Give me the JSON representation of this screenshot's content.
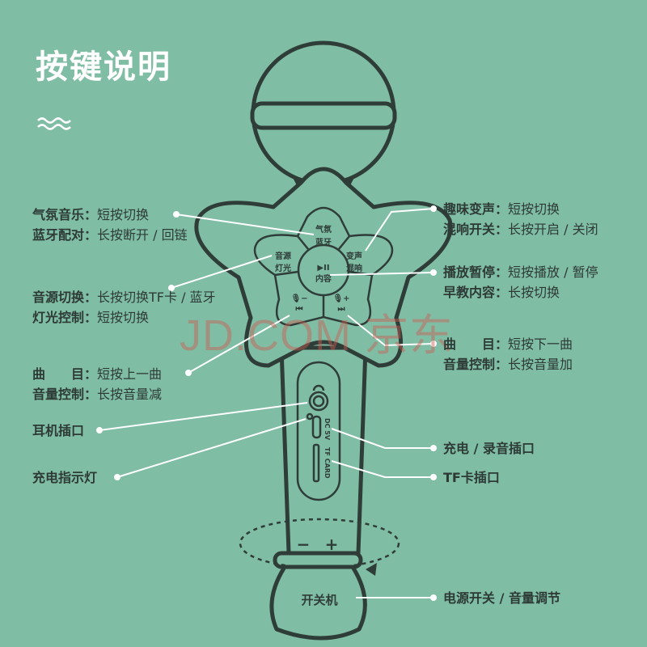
{
  "title": "按键说明",
  "watermark": "JD.COM 京东",
  "colors": {
    "background": "#80bda5",
    "outline": "#2f3d39",
    "text": "#2d3a36",
    "title": "#ffffff"
  },
  "buttons": {
    "top": [
      "气氛",
      "蓝牙"
    ],
    "left": [
      "音源",
      "灯光"
    ],
    "right": [
      "变声",
      "混响"
    ],
    "center": [
      "▶II",
      "内容"
    ],
    "bottom_left": [
      "🎙−",
      "⏮"
    ],
    "bottom_right": [
      "🎙+",
      "⏭"
    ]
  },
  "ports": {
    "dc": "DC 5V",
    "tf": "TF CARD"
  },
  "knob": {
    "minus": "−",
    "plus": "+",
    "label": "开关机"
  },
  "left_labels": [
    {
      "k1": "气氛音乐：",
      "v1": "短按切换",
      "k2": "蓝牙配对：",
      "v2": "长按断开 / 回链"
    },
    {
      "k1": "音源切换：",
      "v1": "长按切换TF卡 / 蓝牙",
      "k2": "灯光控制：",
      "v2": "短按切换"
    },
    {
      "k1": "曲　　目：",
      "v1": "短按上一曲",
      "k2": "音量控制：",
      "v2": "长按音量减"
    },
    {
      "k1": "耳机插口"
    },
    {
      "k1": "充电指示灯"
    }
  ],
  "right_labels": [
    {
      "k1": "趣味变声：",
      "v1": "短按切换",
      "k2": "混响开关：",
      "v2": "长按开启 / 关闭"
    },
    {
      "k1": "播放暂停：",
      "v1": "短按播放 / 暂停",
      "k2": "早教内容：",
      "v2": "长按切换"
    },
    {
      "k1": "曲　　目：",
      "v1": "短按下一曲",
      "k2": "音量控制：",
      "v2": "长按音量加"
    },
    {
      "k1": "充电 / 录音插口"
    },
    {
      "k1": "TF卡插口"
    },
    {
      "k1": "电源开关 / 音量调节"
    }
  ]
}
